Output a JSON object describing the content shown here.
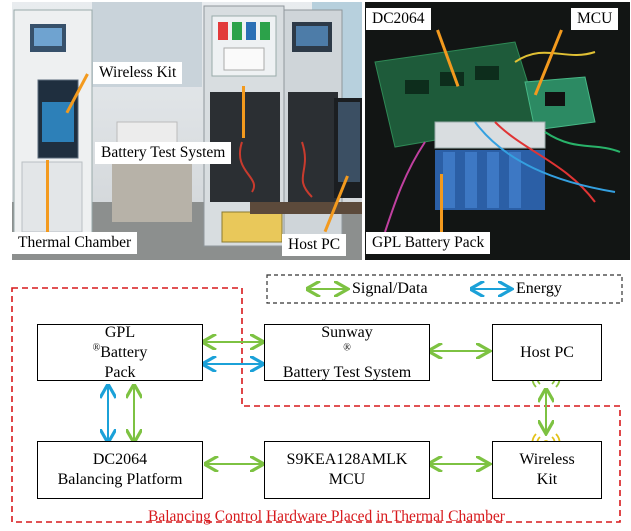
{
  "photo_labels": {
    "wireless_kit": "Wireless Kit",
    "battery_test_system": "Battery Test System",
    "thermal_chamber": "Thermal Chamber",
    "host_pc": "Host PC",
    "dc2064": "DC2064",
    "mcu": "MCU",
    "gpl_battery_pack": "GPL Battery Pack"
  },
  "legend": {
    "signal": "Signal/Data",
    "energy": "Energy"
  },
  "blocks": {
    "gpl_line1": "GPL",
    "gpl_sup": "®",
    "gpl_line1b": "Battery",
    "gpl_line2": "Pack",
    "sunway_line1": "Sunway",
    "sunway_sup": "®",
    "sunway_line2": "Battery Test System",
    "hostpc": "Host PC",
    "dc2064_line1": "DC2064",
    "dc2064_line2": "Balancing Platform",
    "mcu_line1": "S9KEA128AMLK",
    "mcu_line2": "MCU",
    "wireless_line1": "Wireless",
    "wireless_line2": "Kit"
  },
  "chamber_caption": "Balancing Control Hardware Placed in Thermal Chamber",
  "colors": {
    "signal": "#7dc242",
    "energy": "#1ba1d8",
    "chamber_border": "#d7191c",
    "leader": "#f39a1e",
    "wireless_icon": "#8cc63f"
  }
}
